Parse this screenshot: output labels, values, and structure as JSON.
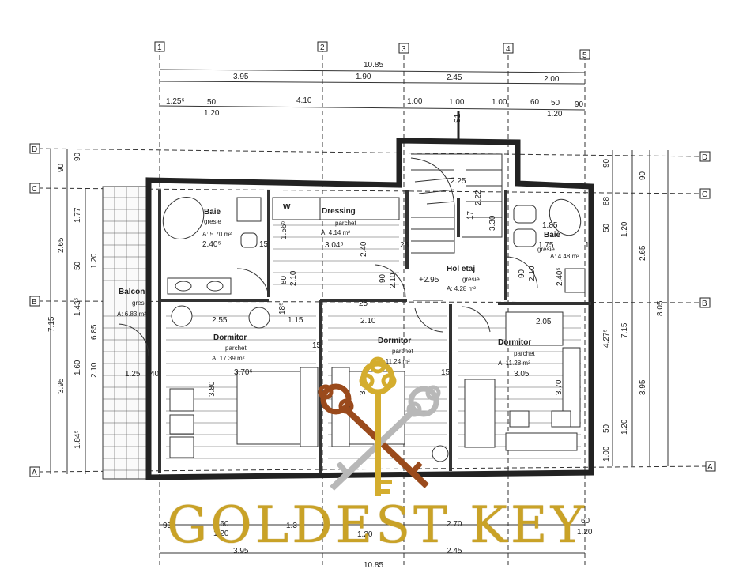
{
  "axes": {
    "columns": [
      "1",
      "2",
      "3",
      "4",
      "5"
    ],
    "rows": [
      "D",
      "C",
      "B",
      "A"
    ]
  },
  "dims_top": {
    "total": "10.85",
    "row1": [
      "3.95",
      "1.90",
      "2.45",
      "2.00"
    ],
    "row2": [
      "1.25⁵",
      "50",
      "4.10",
      "1.00",
      "1.00",
      "1.00",
      "60",
      "50",
      "90"
    ],
    "row2b": [
      "1.20",
      "1.20"
    ],
    "section": "S1"
  },
  "dims_left": [
    "90",
    "1.77",
    "2.65",
    "50",
    "1.20",
    "1.43⁵",
    "7.15",
    "6.85",
    "1.60",
    "2.10",
    "3.95",
    "1.84⁵",
    "90"
  ],
  "dims_right": [
    "90",
    "88",
    "90",
    "50",
    "1.20",
    "2.65",
    "8.05",
    "4.27⁵",
    "7.15",
    "3.95",
    "50",
    "1.20",
    "1.00"
  ],
  "rooms": {
    "bath1": {
      "name": "Baie",
      "finish": "gresie",
      "area": "A: 5.70 m²",
      "dims": [
        "2.40⁵",
        "1.56⁵",
        "15"
      ]
    },
    "dressing": {
      "name": "Dressing",
      "finish": "parchet",
      "area": "A: 4.14 m²",
      "w": "W",
      "dims": [
        "3.04⁵",
        "2.40",
        "25"
      ]
    },
    "hall": {
      "name": "Hol etaj",
      "finish": "gresie",
      "area": "A: 4.28 m²",
      "level": "+2.95",
      "dims": [
        "90",
        "2.10",
        "90",
        "2.10"
      ]
    },
    "bath2": {
      "name": "Baie",
      "finish": "gresie",
      "area": "A: 4.48 m²",
      "dims": [
        "1.85",
        "1.75",
        "2.40⁵",
        "15"
      ]
    },
    "balcony": {
      "name": "Balcon",
      "finish": "gresie",
      "area": "A: 6.83 m²",
      "dims": [
        "1.25",
        "40"
      ]
    },
    "bed1": {
      "name": "Dormitor",
      "finish": "parchet",
      "area": "A: 17.39 m²",
      "dims": [
        "2.55",
        "1.15",
        "3.70⁵",
        "3.80",
        "15",
        "18⁵",
        "80",
        "2.10"
      ]
    },
    "bed2": {
      "name": "Dormitor",
      "finish": "parchet",
      "area": "A: 11.24 m²",
      "dims": [
        "2.10",
        "3.70",
        "25"
      ]
    },
    "bed3": {
      "name": "Dormitor",
      "finish": "parchet",
      "area": "A: 11.28 m²",
      "dims": [
        "2.05",
        "3.05",
        "3.70",
        "15"
      ]
    },
    "stair": {
      "dims": [
        "2.25",
        "2.22",
        "17",
        "3.30"
      ]
    }
  },
  "dims_bottom": {
    "row1": [
      "93",
      "1.60",
      "1.3",
      "2.70",
      "60"
    ],
    "row1b": [
      "1.20",
      "1.20",
      "1.20"
    ],
    "row2": [
      "3.95",
      "2.45"
    ],
    "total": "10.85"
  },
  "brand": "GOLDEST KEY",
  "colors": {
    "gold": "#c9a227",
    "silver": "#b8b8b8",
    "bronze": "#9a4a1c"
  }
}
